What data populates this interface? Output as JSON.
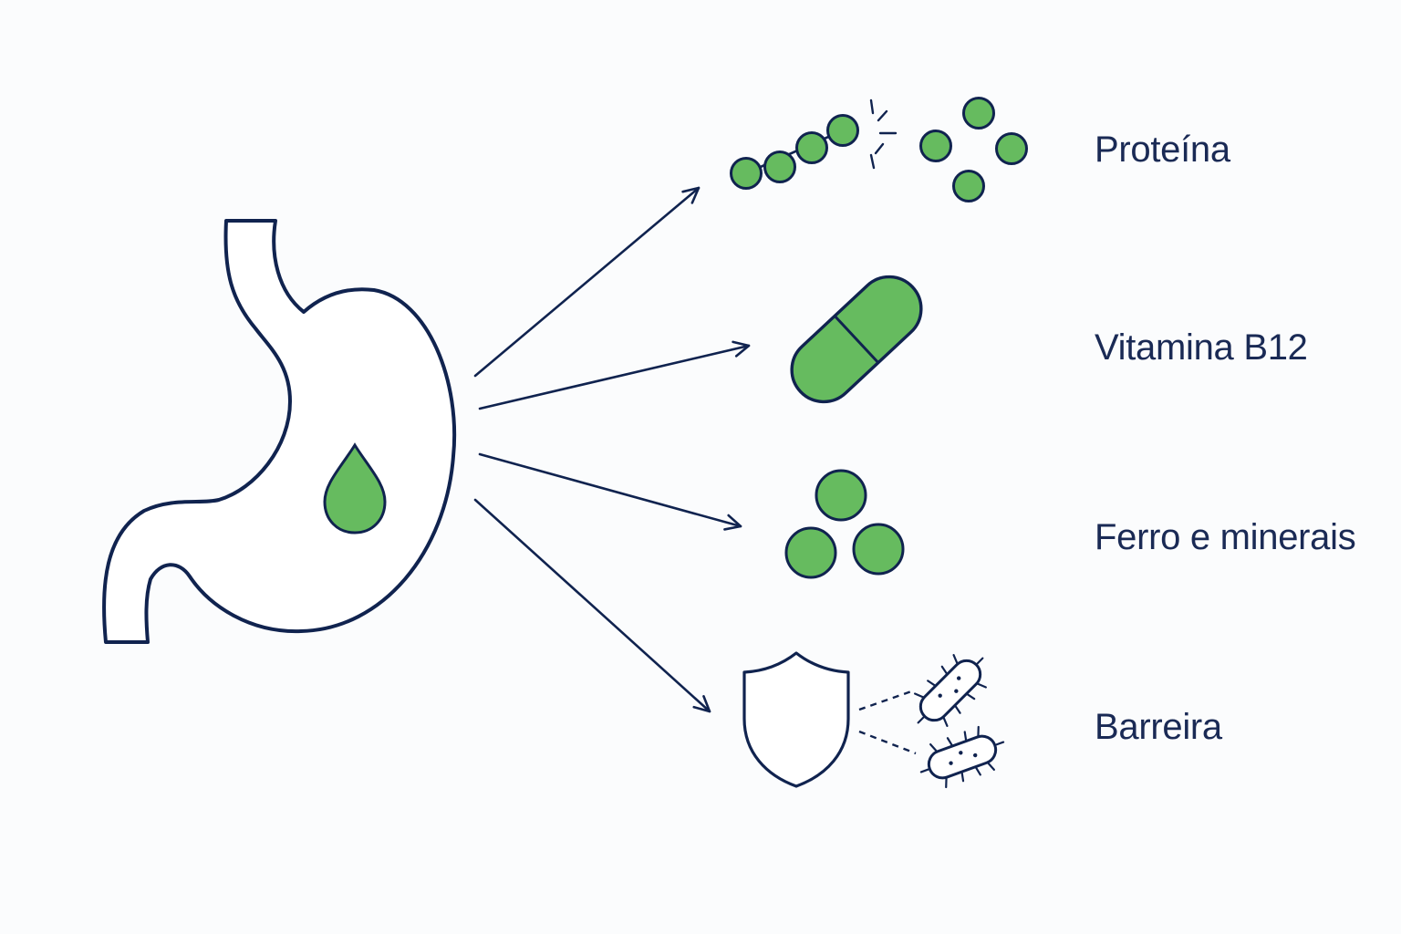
{
  "colors": {
    "stroke": "#10234f",
    "fill_green": "#66bb5f",
    "background": "#fbfcfd",
    "label_text": "#1a2a55"
  },
  "stomach": {
    "icon": "stomach-icon",
    "acid_drop_icon": "acid-drop-icon"
  },
  "functions": [
    {
      "id": "protein",
      "label": "Proteína",
      "icon": "protein-chain-icon"
    },
    {
      "id": "b12",
      "label": "Vitamina B12",
      "icon": "capsule-icon"
    },
    {
      "id": "iron",
      "label": "Ferro e minerais",
      "icon": "minerals-icon"
    },
    {
      "id": "barrier",
      "label": "Barreira",
      "icon": "shield-bacteria-icon"
    }
  ]
}
